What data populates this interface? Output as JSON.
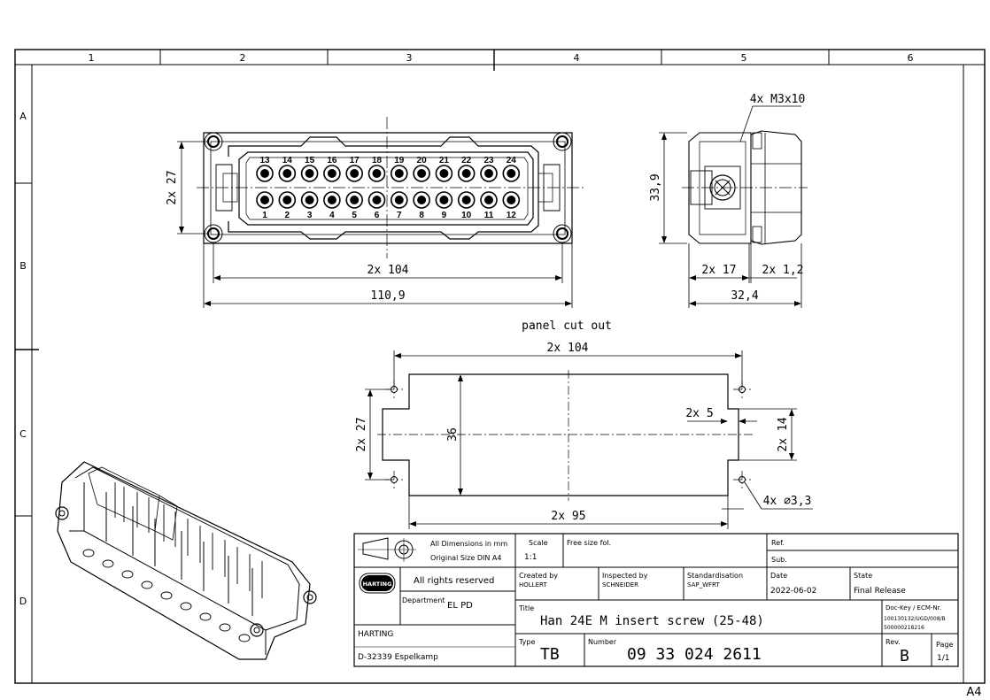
{
  "sheet_format": "A4",
  "frame": {
    "columns": [
      "1",
      "2",
      "3",
      "4",
      "5",
      "6"
    ],
    "rows": [
      "A",
      "B",
      "C",
      "D"
    ]
  },
  "front_view": {
    "pins_top": [
      "13",
      "14",
      "15",
      "16",
      "17",
      "18",
      "19",
      "20",
      "21",
      "22",
      "23",
      "24"
    ],
    "pins_bottom": [
      "1",
      "2",
      "3",
      "4",
      "5",
      "6",
      "7",
      "8",
      "9",
      "10",
      "11",
      "12"
    ],
    "dim_height": "2x 27",
    "dim_inner_width": "2x 104",
    "dim_total_width": "110,9"
  },
  "side_view": {
    "screw_label": "4x M3x10",
    "dim_height": "33,9",
    "dim_a": "2x 17",
    "dim_b": "2x 1,2",
    "dim_total": "32,4"
  },
  "cutout": {
    "title": "panel cut out",
    "dim_top": "2x 104",
    "dim_left": "2x 27",
    "dim_center": "36",
    "dim_notch": "2x 5",
    "dim_notch_height": "2x 14",
    "dim_bottom": "2x 95",
    "dim_holes": "4x ∅3,3"
  },
  "title_block": {
    "dims_note_1": "All Dimensions in mm",
    "dims_note_2": "Original Size DIN A4",
    "scale_label": "Scale",
    "scale_value": "1:1",
    "free_size": "Free size fol.",
    "ref_label": "Ref.",
    "sub_label": "Sub.",
    "rights": "All rights reserved",
    "logo_text": "HARTING",
    "department_label": "Department",
    "department_value": "EL PD",
    "company": "HARTING",
    "address": "D-32339 Espelkamp",
    "created_label": "Created by",
    "created_value": "HOLLERT",
    "inspected_label": "Inspected by",
    "inspected_value": "SCHNEIDER",
    "standard_label": "Standardisation",
    "standard_value": "SAP_WFRT",
    "date_label": "Date",
    "date_value": "2022-06-02",
    "state_label": "State",
    "state_value": "Final Release",
    "dockey_label": "Doc-Key / ECM-Nr.",
    "dockey_1": "100130132/UGD/008/B",
    "dockey_2": "500000218216",
    "title_label": "Title",
    "title_value": "Han 24E M insert screw (25-48)",
    "type_label": "Type",
    "type_value": "TB",
    "number_label": "Number",
    "number_value": "09 33 024 2611",
    "rev_label": "Rev.",
    "rev_value": "B",
    "page_label": "Page",
    "page_value": "1/1"
  }
}
